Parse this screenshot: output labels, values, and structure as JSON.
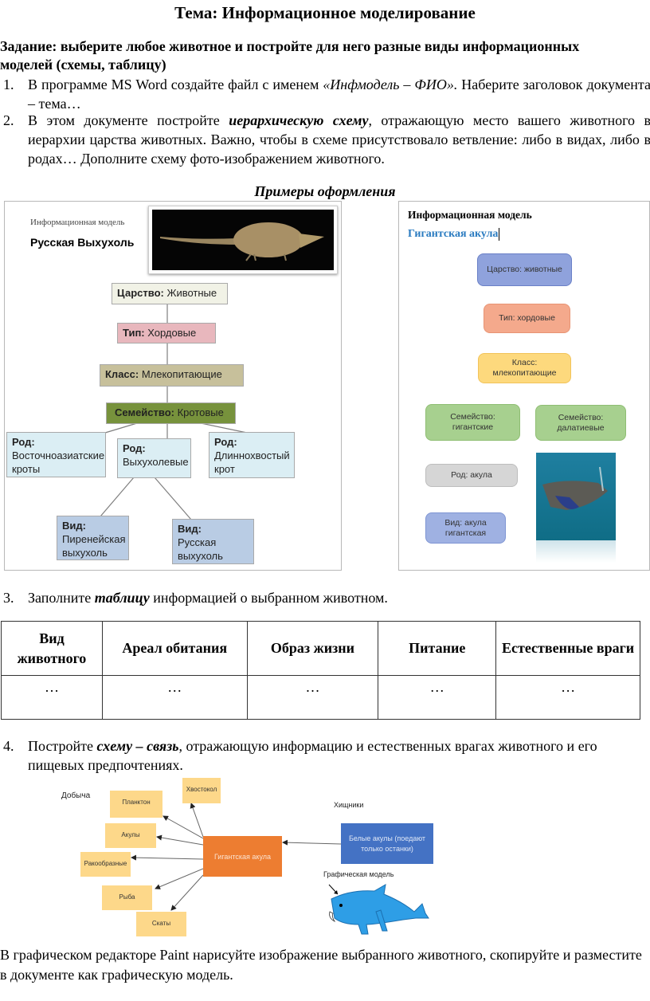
{
  "title": "Тема: Информационное моделирование",
  "task": {
    "line1": "Задание: выберите любое животное и постройте для него разные виды информационных",
    "line2": "моделей (схемы, таблицу)"
  },
  "steps": [
    {
      "num": "1.",
      "pre": "В программе MS Word создайте файл с именем ",
      "em": "«Инфмодель – ФИО».",
      "post": " Наберите заголовок документа – тема…"
    },
    {
      "num": "2.",
      "pre": "В этом документе постройте ",
      "em": "иерархическую схему",
      "post": ", отражающую место вашего животного в иерархии царства животных. Важно, чтобы в схеме присутствовало ветвление: либо в видах, либо в родах… Дополните схему фото-изображением животного."
    },
    {
      "num": "3.",
      "pre": "Заполните ",
      "em": "таблицу",
      "post": " информацией о выбранном животном."
    },
    {
      "num": "4.",
      "pre": "Постройте ",
      "em": "схему – связь",
      "post": ", отражающую информацию и естественных врагах животного и его пищевых предпочтениях."
    }
  ],
  "examples_heading": "Примеры оформления",
  "example1": {
    "caption": "Информационная модель",
    "animal": "Русская Выхухоль",
    "photo_icon": "desman-photo",
    "nodes": {
      "kingdom": {
        "label": "Царство:",
        "value": " Животные",
        "color": "#f1f2e6"
      },
      "phylum": {
        "label": "Тип:",
        "value": " Хордовые",
        "color": "#e8b7bd"
      },
      "class": {
        "label": "Класс:",
        "value": " Млекопитающие",
        "color": "#c7c09b"
      },
      "family": {
        "label": "Семейство:",
        "value": " Кротовые",
        "color": "#77923c"
      },
      "genus1": {
        "label": "Род:",
        "value": "Восточноазиатские кроты",
        "color": "#dbeef4"
      },
      "genus2": {
        "label": "Род:",
        "value": "Выхухолевые",
        "color": "#dbeef4"
      },
      "genus3": {
        "label": "Род:",
        "value": "Длиннохвостый крот",
        "color": "#dbeef4"
      },
      "species1": {
        "label": "Вид:",
        "value": "Пиренейская выхухоль",
        "color": "#b9cce4"
      },
      "species2": {
        "label": "Вид:",
        "value": "Русская выхухоль",
        "color": "#b9cce4"
      }
    }
  },
  "example2": {
    "caption": "Информационная модель",
    "animal": "Гигантская акула",
    "photo_icon": "basking-shark-photo",
    "nodes": {
      "kingdom": {
        "text": "Царство: животные",
        "color": "#8fa2dc"
      },
      "phylum": {
        "text": "Тип: хордовые",
        "color": "#f4a98c"
      },
      "class": {
        "text": "Класс: млекопитающие",
        "color": "#fdd97d"
      },
      "family1": {
        "text": "Семейство: гигантские",
        "color": "#a7d08f"
      },
      "family2": {
        "text": "Семейство: далатиевые",
        "color": "#a7d08f"
      },
      "genus": {
        "text": "Род: акула",
        "color": "#d6d6d6"
      },
      "species": {
        "text": "Вид: акула гигантская",
        "color": "#9fb1e2"
      }
    }
  },
  "table": {
    "headers": [
      "Вид животного",
      "Ареал обитания",
      "Образ жизни",
      "Питание",
      "Естественные враги"
    ],
    "rows": [
      [
        "…",
        "…",
        "…",
        "…",
        "…"
      ]
    ]
  },
  "relation_scheme": {
    "prey_label": "Добыча",
    "predators_label": "Хищники",
    "center": {
      "text": "Гигантская акула",
      "color": "#ed7d31"
    },
    "prey": [
      "Хвостокол",
      "Планктон",
      "Акулы",
      "Ракообразные",
      "Рыба",
      "Скаты"
    ],
    "prey_color": "#fdd88a",
    "predator": {
      "text": "Белые акулы (поедают только останки)",
      "color": "#4472c4"
    },
    "graphic_label": "Графическая модель",
    "graphic_icon": "shark-drawing",
    "graphic_color": "#2e9ee6"
  },
  "final_text": "В графическом редакторе Paint нарисуйте изображение выбранного животного, скопируйте и разместите в документе  как графическую модель."
}
